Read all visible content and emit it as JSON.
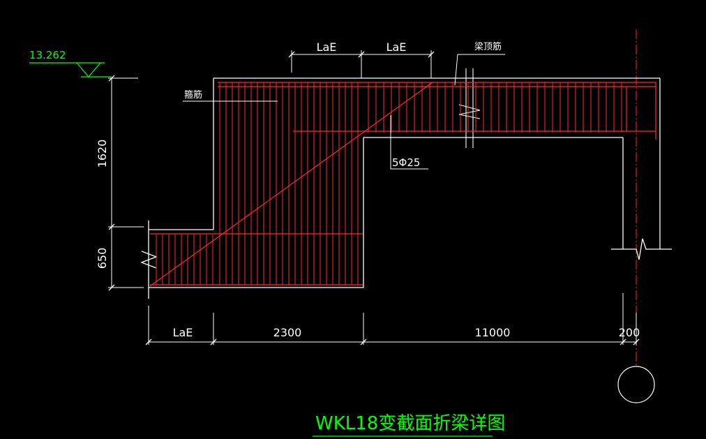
{
  "colors": {
    "background": "#000000",
    "outline": "#ffffff",
    "rebar": "#ff2a2a",
    "axis": "#ff2a2a",
    "level": "#00ff00",
    "title": "#00ff00"
  },
  "drawing": {
    "title": "WKL18变截面折梁详图",
    "elevation_value": "13.262",
    "label_stirrup": "箍筋",
    "label_top_bar": "梁顶筋",
    "label_bars": "5Φ25",
    "top_dim_left": "LaE",
    "top_dim_right": "LaE",
    "bottom_dim_1": "LaE",
    "bottom_dim_2": "2300",
    "bottom_dim_3": "11000",
    "bottom_dim_4": "200",
    "left_dim_upper": "1620",
    "left_dim_lower": "650"
  }
}
